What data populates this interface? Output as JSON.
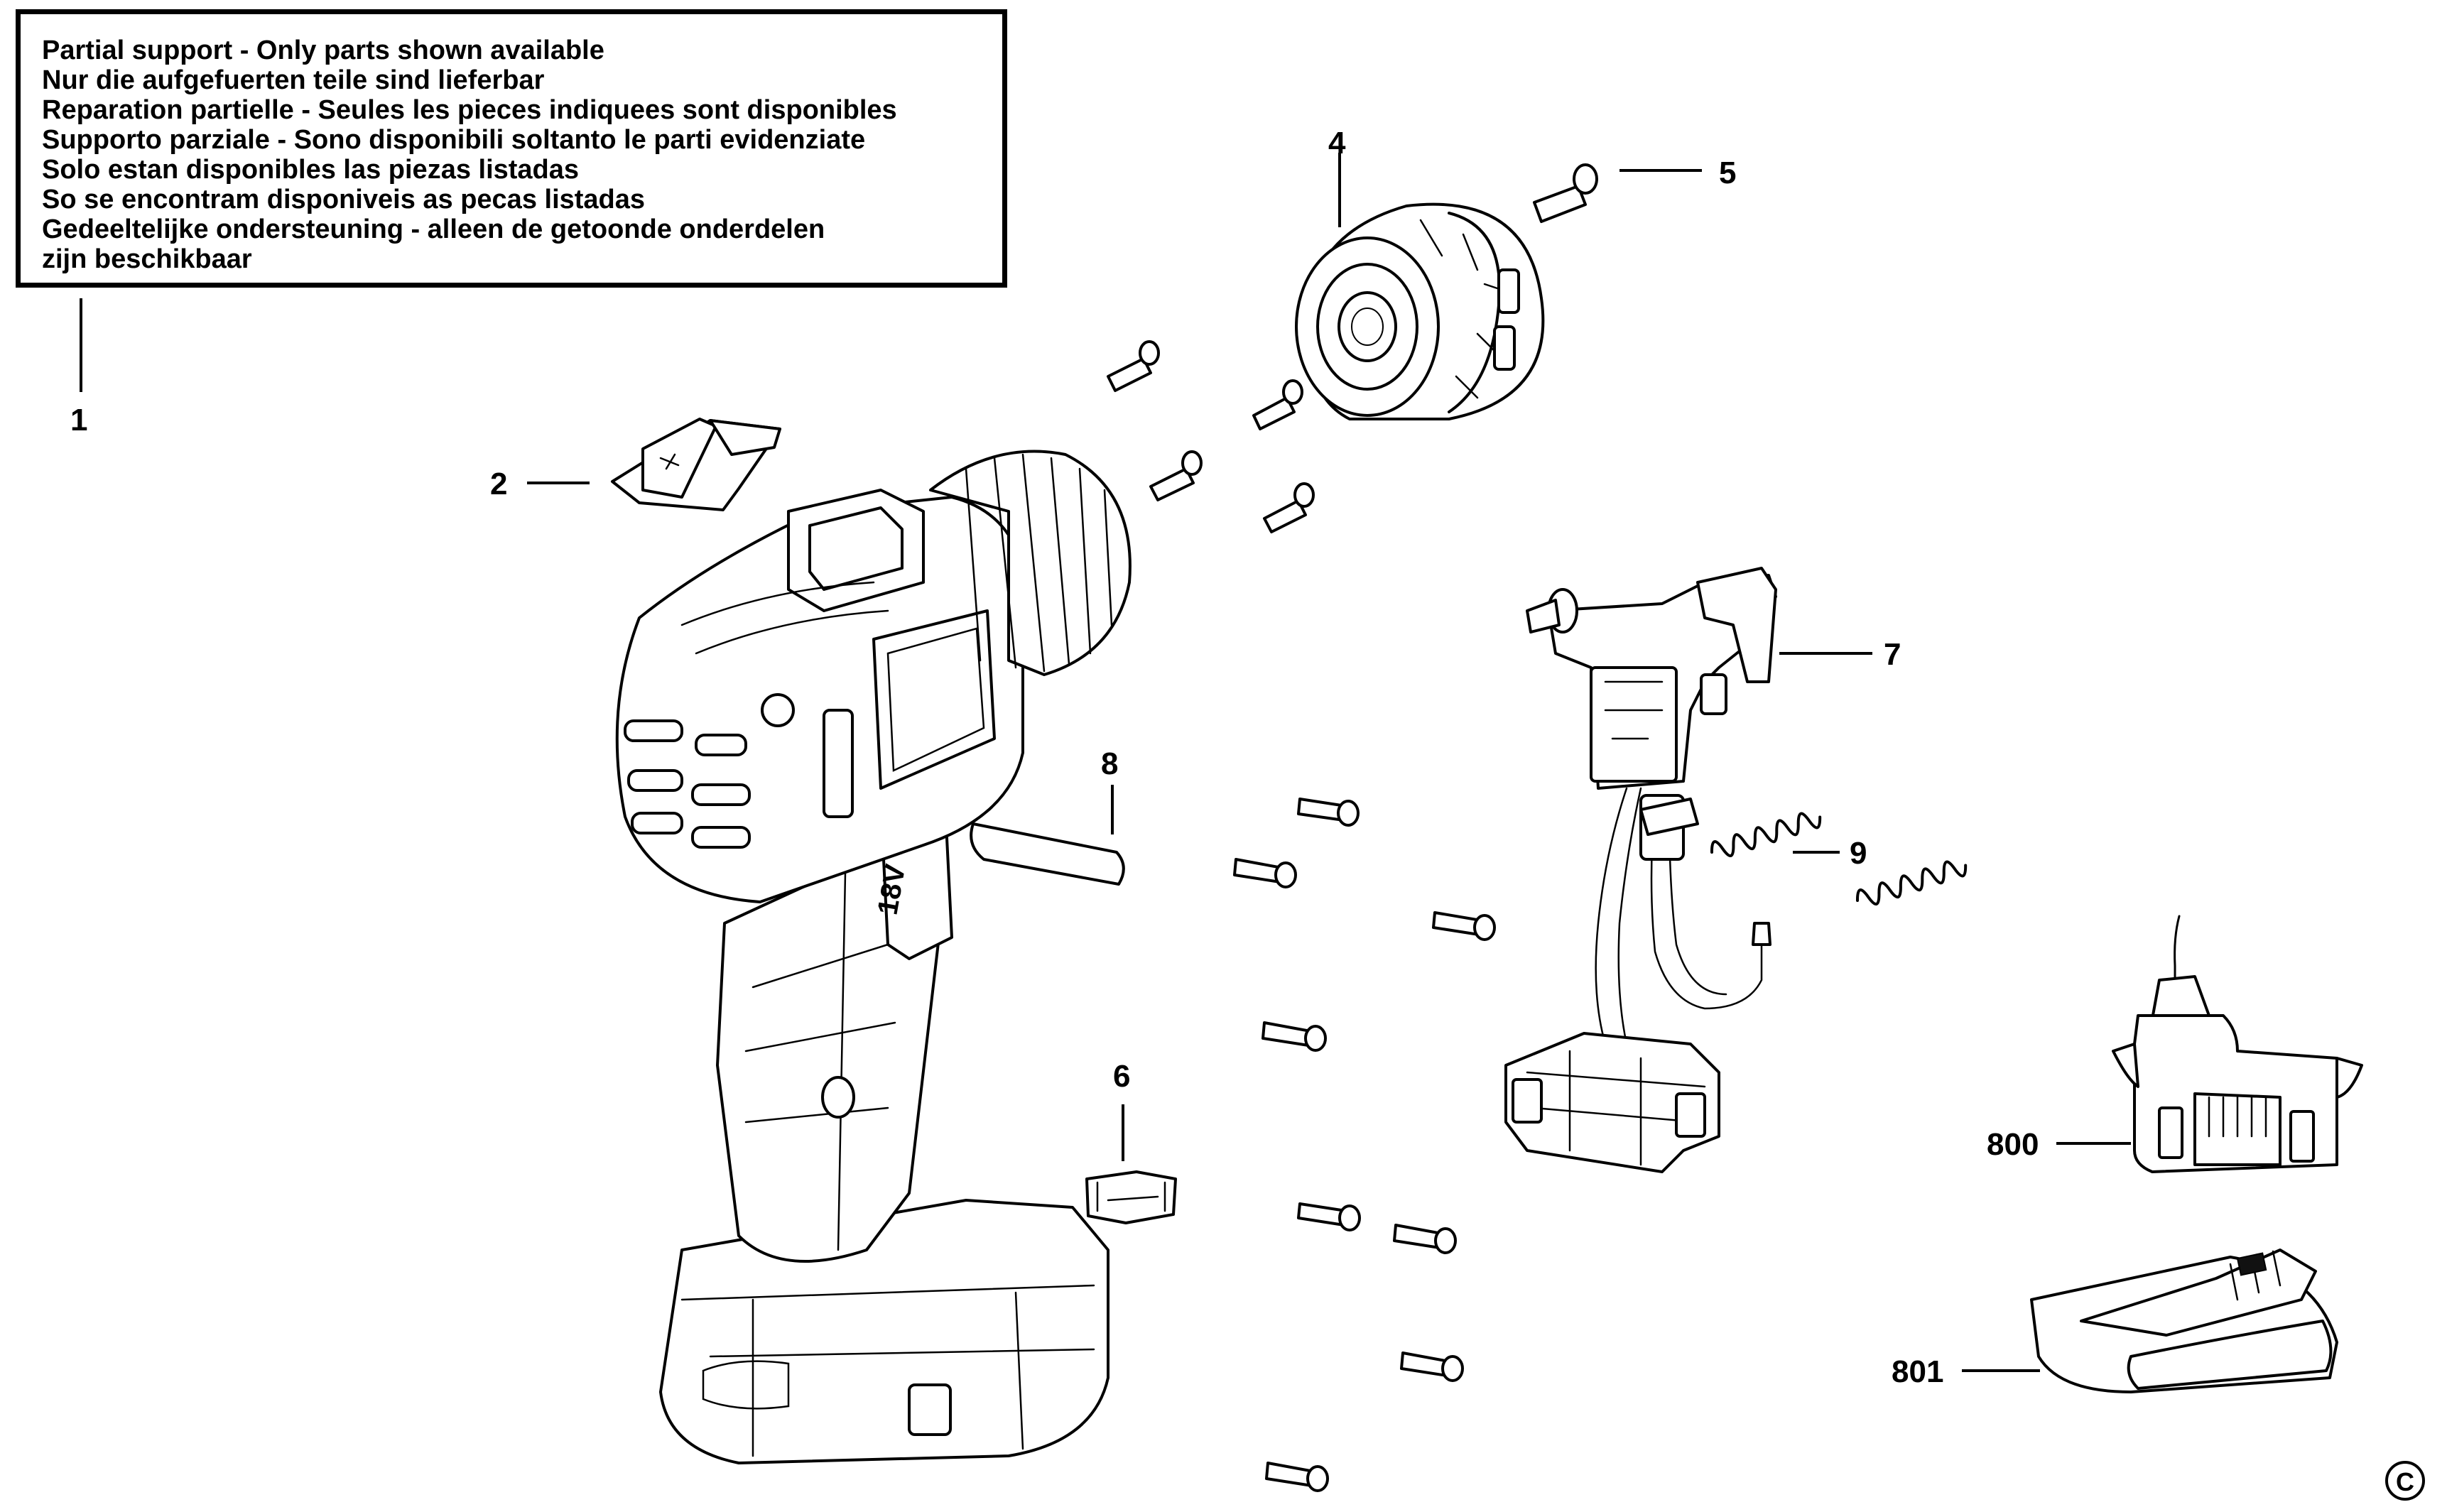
{
  "notice": {
    "lines": [
      "Partial support - Only parts shown available",
      "Nur die aufgefuerten teile sind lieferbar",
      "Reparation partielle - Seules les pieces indiquees sont disponibles",
      "Supporto parziale - Sono disponibili soltanto le parti evidenziate",
      "Solo estan disponibles las piezas listadas",
      "So se encontram disponiveis as pecas listadas",
      "Gedeeltelijke ondersteuning - alleen de getoonde onderdelen",
      "zijn beschikbaar"
    ]
  },
  "callouts": {
    "p1": "1",
    "p2": "2",
    "p4": "4",
    "p5": "5",
    "p6": "6",
    "p7": "7",
    "p8": "8",
    "p9": "9",
    "p800": "800",
    "p801": "801"
  },
  "drill": {
    "voltage_marking": "18V"
  },
  "copyright": "C"
}
